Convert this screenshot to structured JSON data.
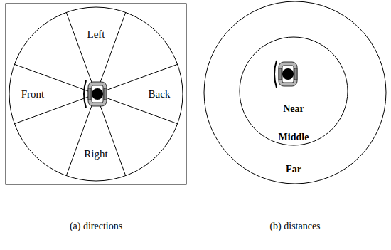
{
  "diagram": {
    "labels": [
      "Left",
      "Front",
      "Back",
      "Right",
      "Near",
      "Middle",
      "Far",
      "(a) directions",
      "(b) distances"
    ]
  }
}
